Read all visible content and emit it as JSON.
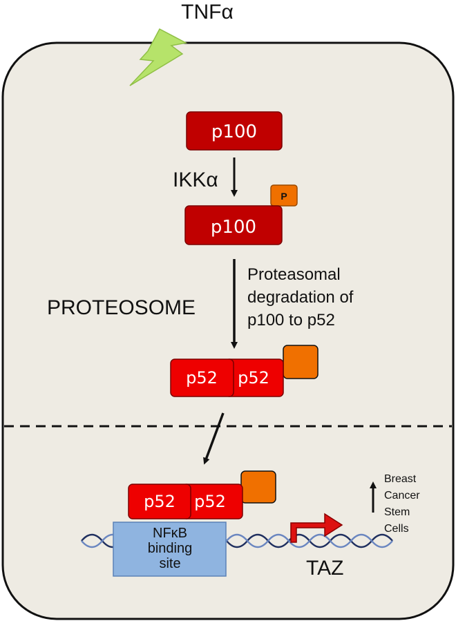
{
  "stimulus": {
    "label": "TNFα"
  },
  "proteins": {
    "p100_top": "p100",
    "kinase": "IKKα",
    "p100_phospho": "p100",
    "phospho_tag": "P",
    "p52_a": "p52",
    "p52_b": "p52",
    "p52_nuc_a": "p52",
    "p52_nuc_b": "p52"
  },
  "process": {
    "proteosome": "PROTEOSOME",
    "degradation_lines": [
      "Proteasomal",
      "degradation of",
      "p100 to p52"
    ]
  },
  "nucleus": {
    "binding_site_lines": [
      "NFκB",
      "binding",
      "site"
    ],
    "gene": "TAZ",
    "outcome_lines": [
      "Breast",
      "Cancer",
      "Stem",
      "Cells"
    ]
  },
  "colors": {
    "cell_fill": "#eeebe3",
    "p100": "#c00000",
    "p52": "#ee0000",
    "phospho": "#f07000",
    "binding_site": "#8fb4e0",
    "lightning": "#b6e36a",
    "arrow_red": "#dd1111"
  }
}
